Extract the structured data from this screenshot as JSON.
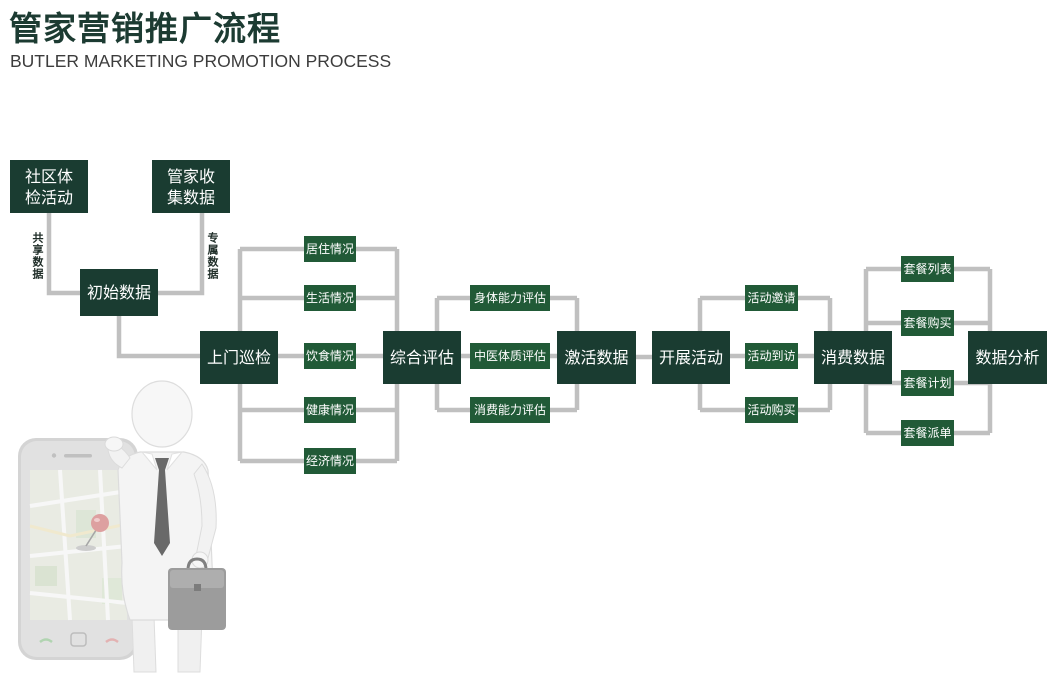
{
  "header": {
    "title": "管家营销推广流程",
    "subtitle": "BUTLER MARKETING PROMOTION PROCESS"
  },
  "colors": {
    "title": "#1c3b32",
    "main_node": "#1a3c31",
    "sub_node": "#215a37",
    "node_text": "#ffffff",
    "connector": "#c0c0c0"
  },
  "sources": {
    "community_checkup": {
      "line1": "社区体",
      "line2": "检活动"
    },
    "butler_collection": {
      "line1": "管家收",
      "line2": "集数据"
    }
  },
  "edge_labels": {
    "shared_data": "共享数据",
    "exclusive_data": "专属数据"
  },
  "flow": {
    "initial_data": "初始数据",
    "home_inspection": "上门巡检",
    "comprehensive_assessment": "综合评估",
    "activate_data": "激活数据",
    "launch_activities": "开展活动",
    "consumption_data": "消费数据",
    "data_analysis": "数据分析"
  },
  "inspection_items": [
    "居住情况",
    "生活情况",
    "饮食情况",
    "健康情况",
    "经济情况"
  ],
  "assessment_items": [
    "身体能力评估",
    "中医体质评估",
    "消费能力评估"
  ],
  "activity_items": [
    "活动邀请",
    "活动到访",
    "活动购买"
  ],
  "package_items": [
    "套餐列表",
    "套餐购买",
    "套餐计划",
    "套餐派单"
  ],
  "illustration": {
    "icons": [
      "businessman-icon",
      "smartphone-icon",
      "map-icon",
      "map-pin-icon",
      "briefcase-icon"
    ]
  }
}
